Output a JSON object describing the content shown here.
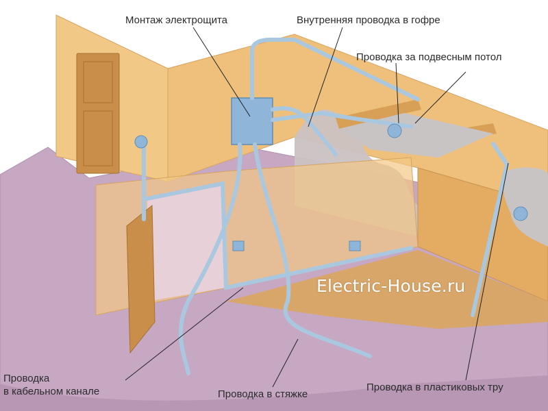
{
  "labels": {
    "panel_mount": "Монтаж электрощита",
    "corrugated_wiring": "Внутренняя проводка в гофре",
    "ceiling_wiring": "Проводка за подвесным потол",
    "cable_channel_line1": "Проводка",
    "cable_channel_line2": "в кабельном канале",
    "screed_wiring": "Проводка в стяжке",
    "plastic_pipe_wiring": "Проводка в пластиковых тру"
  },
  "watermark": "Electric-House.ru",
  "colors": {
    "wall": "#f2c886",
    "wall_shadow": "#dcaa63",
    "floor": "#c7a8c3",
    "floor_edge": "#a98aa8",
    "pipe": "#a9c8df",
    "pipe_stroke": "#7fa3c2",
    "panel": "#8fb6d8",
    "plaster_cut": "#c9c4c4",
    "wood": "#d9a55e",
    "door": "#c98f4a"
  }
}
